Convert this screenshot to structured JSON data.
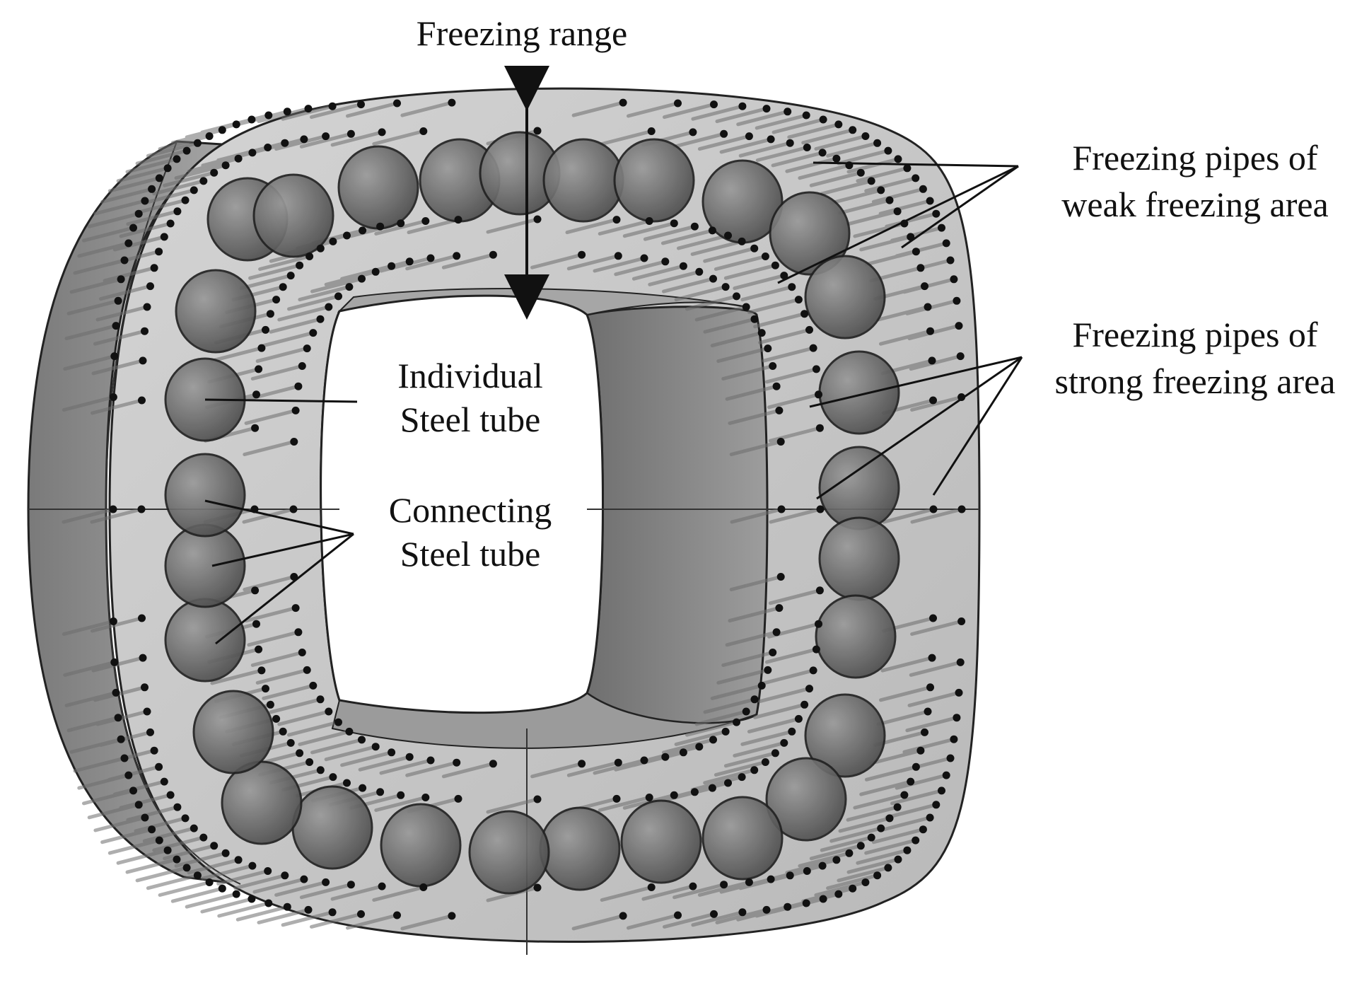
{
  "labels": {
    "freezing_range": "Freezing range",
    "weak_line1": "Freezing pipes of",
    "weak_line2": "weak freezing area",
    "strong_line1": "Freezing pipes of",
    "strong_line2": "strong freezing area",
    "individual_line1": "Individual",
    "individual_line2": "Steel tube",
    "connecting_line1": "Connecting",
    "connecting_line2": "Steel tube"
  },
  "colors": {
    "frozen_body": "#c8c8c8",
    "frozen_body_dark": "#8a8a8a",
    "steel_tube": "#6e6e6e",
    "pipe_dot": "#111111",
    "outline": "#222222"
  }
}
